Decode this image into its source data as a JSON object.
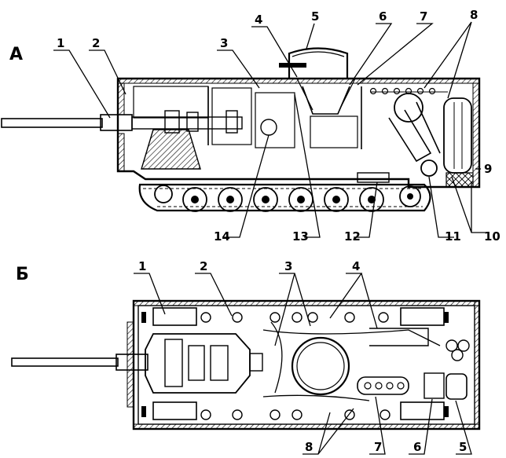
{
  "views": {
    "side": {
      "label": "А",
      "callouts": [
        "1",
        "2",
        "3",
        "4",
        "5",
        "6",
        "7",
        "8",
        "9",
        "10",
        "11",
        "12",
        "13",
        "14"
      ]
    },
    "top": {
      "label": "Б",
      "callouts": [
        "1",
        "2",
        "3",
        "4",
        "8",
        "7",
        "6",
        "5"
      ]
    }
  }
}
